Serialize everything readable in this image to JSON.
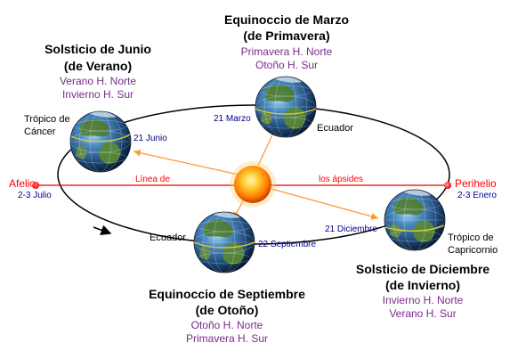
{
  "march": {
    "title_line1": "Equinoccio de Marzo",
    "title_line2": "(de Primavera)",
    "north": "Primavera H. Norte",
    "south": "Otoño H. Sur",
    "date": "21 Marzo"
  },
  "june": {
    "title_line1": "Solsticio de Junio",
    "title_line2": "(de Verano)",
    "north": "Verano H. Norte",
    "south": "Invierno H. Sur",
    "date": "21 Junio"
  },
  "september": {
    "title_line1": "Equinoccio de Septiembre",
    "title_line2": "(de Otoño)",
    "north": "Otoño H. Norte",
    "south": "Primavera H. Sur",
    "date": "22 Septiembre"
  },
  "december": {
    "title_line1": "Solsticio de Diciembre",
    "title_line2": "(de Invierno)",
    "north": "Invierno H. Norte",
    "south": "Verano H. Sur",
    "date": "21 Diciembre"
  },
  "labels": {
    "tropic_cancer_1": "Trópico de",
    "tropic_cancer_2": "Cáncer",
    "tropic_capricorn_1": "Trópico de",
    "tropic_capricorn_2": "Capricornio",
    "equator_march": "Ecuador",
    "equator_september": "Ecuador",
    "apsides_left": "Línea de",
    "apsides_right": "los ápsides"
  },
  "aphelion": {
    "name": "Afelio",
    "date": "2-3 Julio"
  },
  "perihelion": {
    "name": "Perihelio",
    "date": "2-3 Enero"
  },
  "colors": {
    "sun": "#ff8a00",
    "orbit": "#000000",
    "arrow": "#ff9933",
    "apsides": "#e60000",
    "hemisphere_text": "#7a2a8a",
    "date_text": "#00008b",
    "ocean": "#1e4a78",
    "land": "#4d7a2e"
  }
}
